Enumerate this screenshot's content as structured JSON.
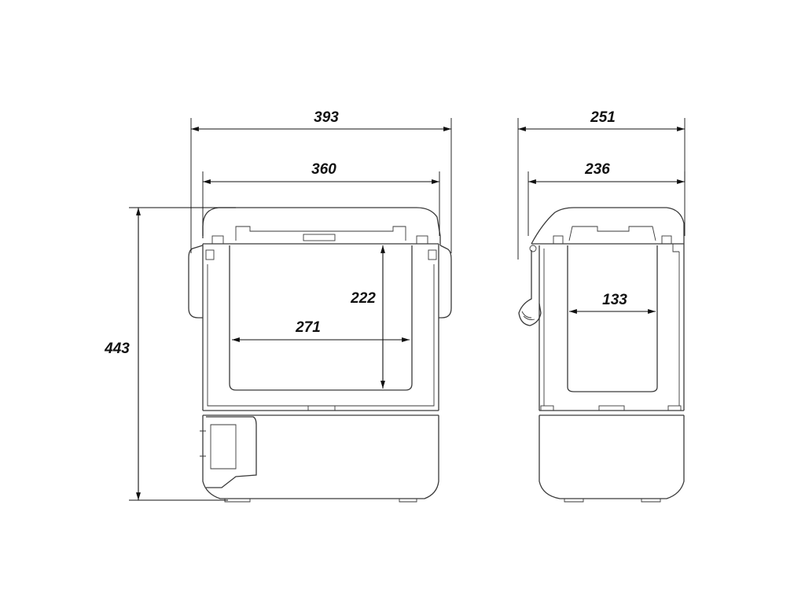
{
  "colors": {
    "line": "#3a3a3a",
    "dimension": "#111111",
    "background": "#ffffff"
  },
  "front_view": {
    "overall_width": "393",
    "lid_width": "360",
    "interior_height": "222",
    "interior_width": "271",
    "overall_height": "443"
  },
  "side_view": {
    "overall_depth": "251",
    "lid_depth": "236",
    "interior_depth": "133"
  }
}
